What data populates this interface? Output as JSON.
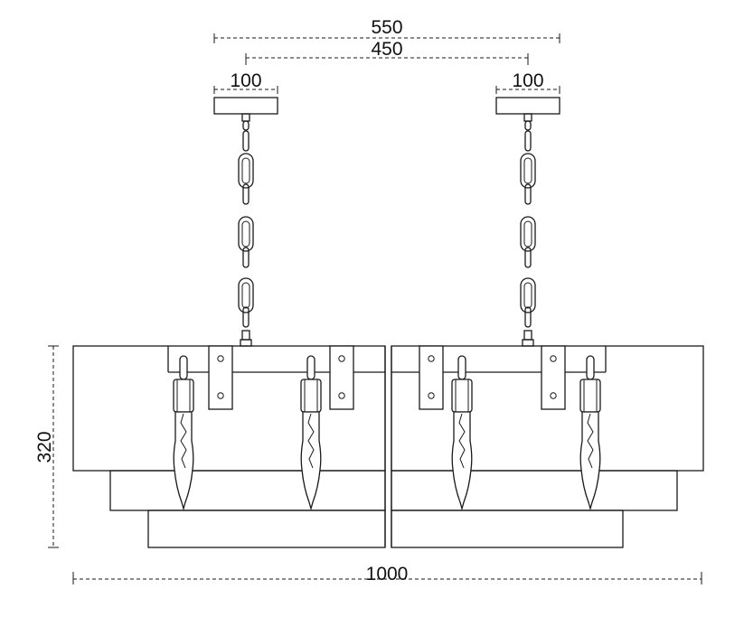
{
  "dimensions": {
    "overall_canopy_span": "550",
    "canopy_center_span": "450",
    "left_canopy_width": "100",
    "right_canopy_width": "100",
    "height": "320",
    "width": "1000"
  }
}
